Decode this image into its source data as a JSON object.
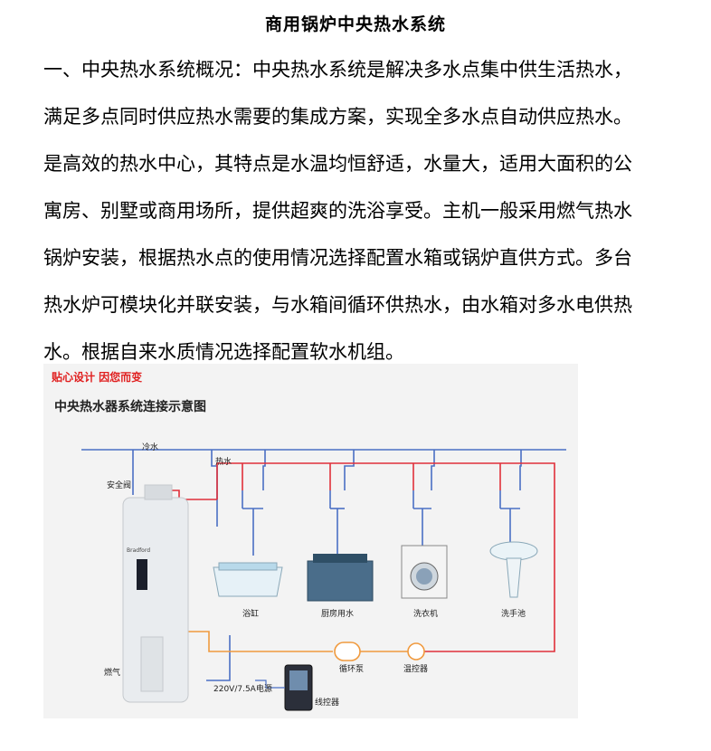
{
  "title": "商用锅炉中央热水系统",
  "paragraph_lines": [
    "一、中央热水系统概况：中央热水系统是解决多水点集中供生活热水，",
    "满足多点同时供应热水需要的集成方案，实现全多水点自动供应热水。",
    "是高效的热水中心，其特点是水温均恒舒适，水量大，适用大面积的公",
    "寓房、别墅或商用场所，提供超爽的洗浴享受。主机一般采用燃气热水",
    "锅炉安装，根据热水点的使用情况选择配置水箱或锅炉直供方式。多台",
    "热水炉可模块化并联安装，与水箱间循环供热水，由水箱对多水电供热",
    "水。根据自来水质情况选择配置软水机组。"
  ],
  "diagram": {
    "tagline": "贴心设计  因您而变",
    "title": "中央热水器系统连接示意图",
    "labels": {
      "cold_water": "冷水",
      "hot_water": "热水",
      "safety_valve": "安全阀",
      "bathtub": "浴缸",
      "kitchen": "厨房用水",
      "washer": "洗衣机",
      "basin": "洗手池",
      "gas": "燃气",
      "pump": "循环泵",
      "thermostat": "温控器",
      "power": "220V/7.5A电源",
      "controller": "线控器",
      "brand": "Bradford"
    },
    "colors": {
      "cold_pipe": "#4a6fc4",
      "hot_pipe": "#e0303a",
      "return_pipe": "#f09a3e"
    }
  }
}
